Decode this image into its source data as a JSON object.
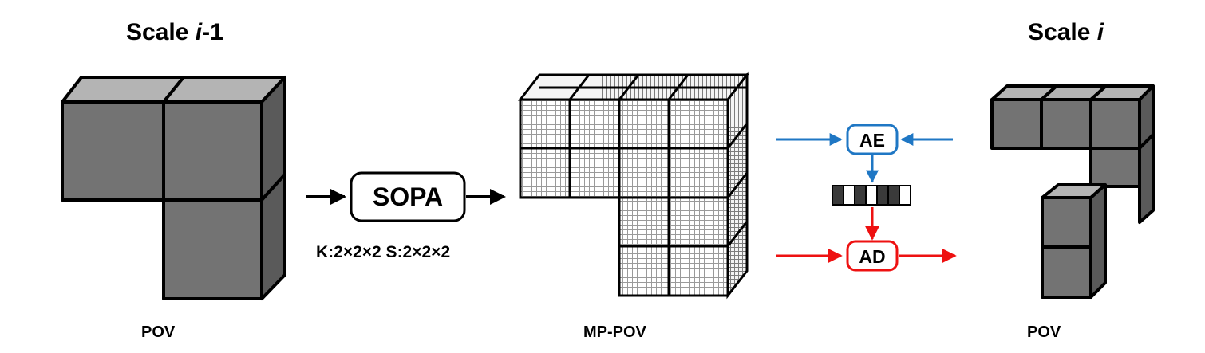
{
  "titles": {
    "left_scale_word": "Scale",
    "left_scale_index": "i",
    "left_scale_suffix": "-1",
    "right_scale_word": "Scale",
    "right_scale_index": "i"
  },
  "labels": {
    "left_cube": "POV",
    "middle_cube": "MP-POV",
    "right_cube": "POV"
  },
  "sopa": {
    "label": "SOPA",
    "params": "K:2×2×2 S:2×2×2"
  },
  "coder": {
    "encoder_label": "AE",
    "decoder_label": "AD",
    "bitstream_cells": [
      "dark",
      "white",
      "dark",
      "white",
      "dark",
      "dark",
      "white"
    ]
  },
  "colors": {
    "encoder_path": "#1f77c4",
    "decoder_path": "#ee1111",
    "cube_front": "#737373",
    "cube_top": "#b4b4b4",
    "cube_side": "#5a5a5a"
  }
}
